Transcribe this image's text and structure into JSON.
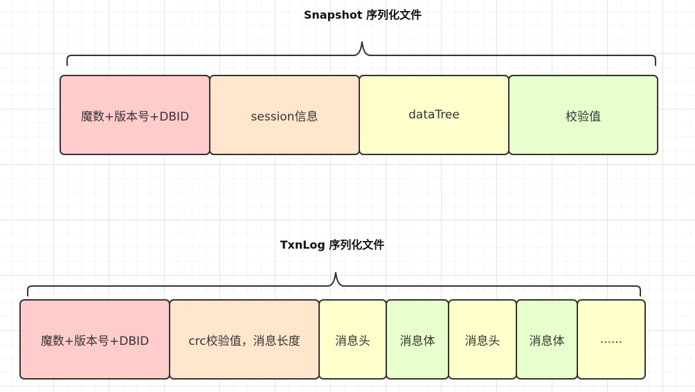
{
  "snapshot": {
    "title": "Snapshot 序列化文件",
    "segments": [
      {
        "label": "魔数+版本号+DBID",
        "color": "#ffcccc"
      },
      {
        "label": "session信息",
        "color": "#ffe6cc"
      },
      {
        "label": "dataTree",
        "color": "#ffffcc"
      },
      {
        "label": "校验值",
        "color": "#e6ffcc"
      }
    ]
  },
  "txnlog": {
    "title": "TxnLog 序列化文件",
    "segments": [
      {
        "label": "魔数+版本号+DBID",
        "color": "#ffcccc"
      },
      {
        "label": "crc校验值，消息长度",
        "color": "#ffe6cc"
      },
      {
        "label": "消息头",
        "color": "#ffffcc"
      },
      {
        "label": "消息体",
        "color": "#e6ffcc"
      },
      {
        "label": "消息头",
        "color": "#ffffcc"
      },
      {
        "label": "消息体",
        "color": "#e6ffcc"
      },
      {
        "label": "......",
        "color": "#ffffcc"
      }
    ]
  }
}
